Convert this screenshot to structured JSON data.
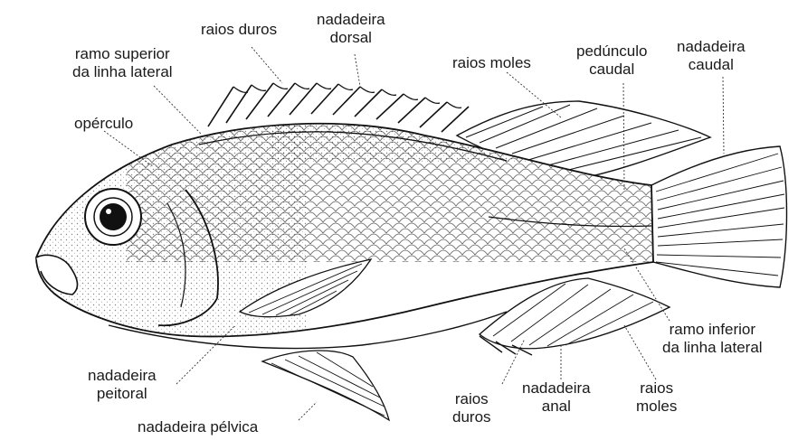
{
  "diagram": {
    "labels": {
      "raios_duros_dorsal": [
        "raios duros"
      ],
      "nadadeira_dorsal": [
        "nadadeira",
        "dorsal"
      ],
      "ramo_superior": [
        "ramo superior",
        "da linha lateral"
      ],
      "raios_moles_dorsal": [
        "raios moles"
      ],
      "pedunculo_caudal": [
        "pedúnculo",
        "caudal"
      ],
      "nadadeira_caudal": [
        "nadadeira",
        "caudal"
      ],
      "operculo": [
        "opérculo"
      ],
      "ramo_inferior": [
        "ramo inferior",
        "da linha lateral"
      ],
      "nadadeira_peitoral": [
        "nadadeira",
        "peitoral"
      ],
      "raios_duros_anal": [
        "raios",
        "duros"
      ],
      "nadadeira_anal": [
        "nadadeira",
        "anal"
      ],
      "raios_moles_anal": [
        "raios",
        "moles"
      ],
      "nadadeira_pelvica": [
        "nadadeira pélvica"
      ]
    }
  }
}
